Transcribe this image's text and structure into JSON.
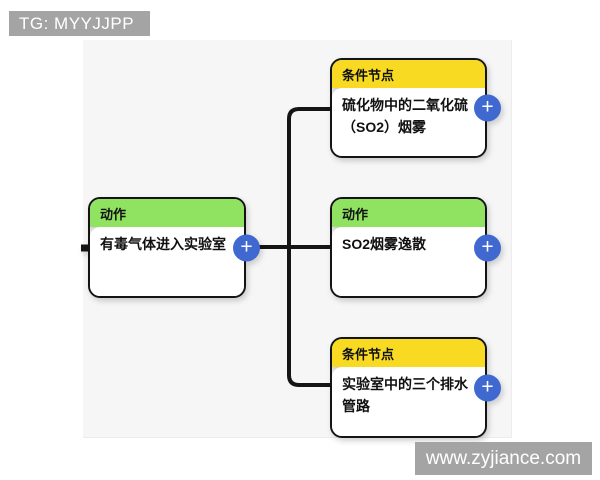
{
  "badges": {
    "tg_label": "TG: MYYJJPP",
    "watermark": "www.zyjiance.com"
  },
  "colors": {
    "action_header_green": "#90e261",
    "condition_header_yellow": "#f7da21",
    "node_border": "#141414",
    "edge_line": "#151515",
    "plus_button_blue": "#3f68d1",
    "canvas_background": "#f6f6f7",
    "badge_background": "#a4a4a4"
  },
  "icons": {
    "plus": "+"
  },
  "nodes": [
    {
      "id": "action-source",
      "kind": "action",
      "type_label": "动作",
      "body": "有毒气体进入实验室"
    },
    {
      "id": "condition-so2",
      "kind": "condition",
      "type_label": "条件节点",
      "body": "硫化物中的二氧化硫（SO2）烟雾"
    },
    {
      "id": "action-diffuse",
      "kind": "action",
      "type_label": "动作",
      "body": "SO2烟雾逸散"
    },
    {
      "id": "condition-drain",
      "kind": "condition",
      "type_label": "条件节点",
      "body": "实验室中的三个排水管路"
    }
  ],
  "edges": [
    {
      "from": "action-source",
      "to": "condition-so2"
    },
    {
      "from": "action-source",
      "to": "action-diffuse"
    },
    {
      "from": "action-source",
      "to": "condition-drain"
    }
  ]
}
